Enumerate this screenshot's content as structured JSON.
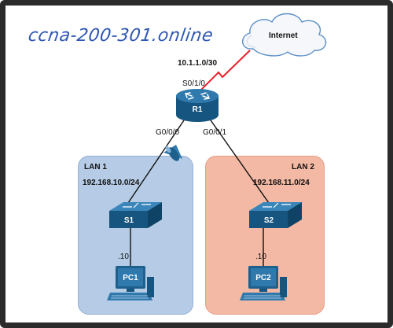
{
  "watermark": "ccna-200-301.online",
  "cloud": {
    "label": "Internet"
  },
  "wan_network": "10.1.1.0/30",
  "router": {
    "name": "R1",
    "serial_interface": "S0/1/0",
    "interface_left": "G0/0/0",
    "interface_right": "G0/0/1"
  },
  "lan1": {
    "label": "LAN 1",
    "network": "192.168.10.0/24",
    "switch": "S1",
    "host_address": ".10",
    "pc": "PC1"
  },
  "lan2": {
    "label": "LAN 2",
    "network": "192.168.11.0/24",
    "switch": "S2",
    "host_address": ".10",
    "pc": "PC2"
  },
  "colors": {
    "lan1_bg": "#b6cce6",
    "lan2_bg": "#f3b9a4",
    "device_blue": "#1f5f8b",
    "serial_link": "#e8212a",
    "watermark": "#2f57b3"
  }
}
